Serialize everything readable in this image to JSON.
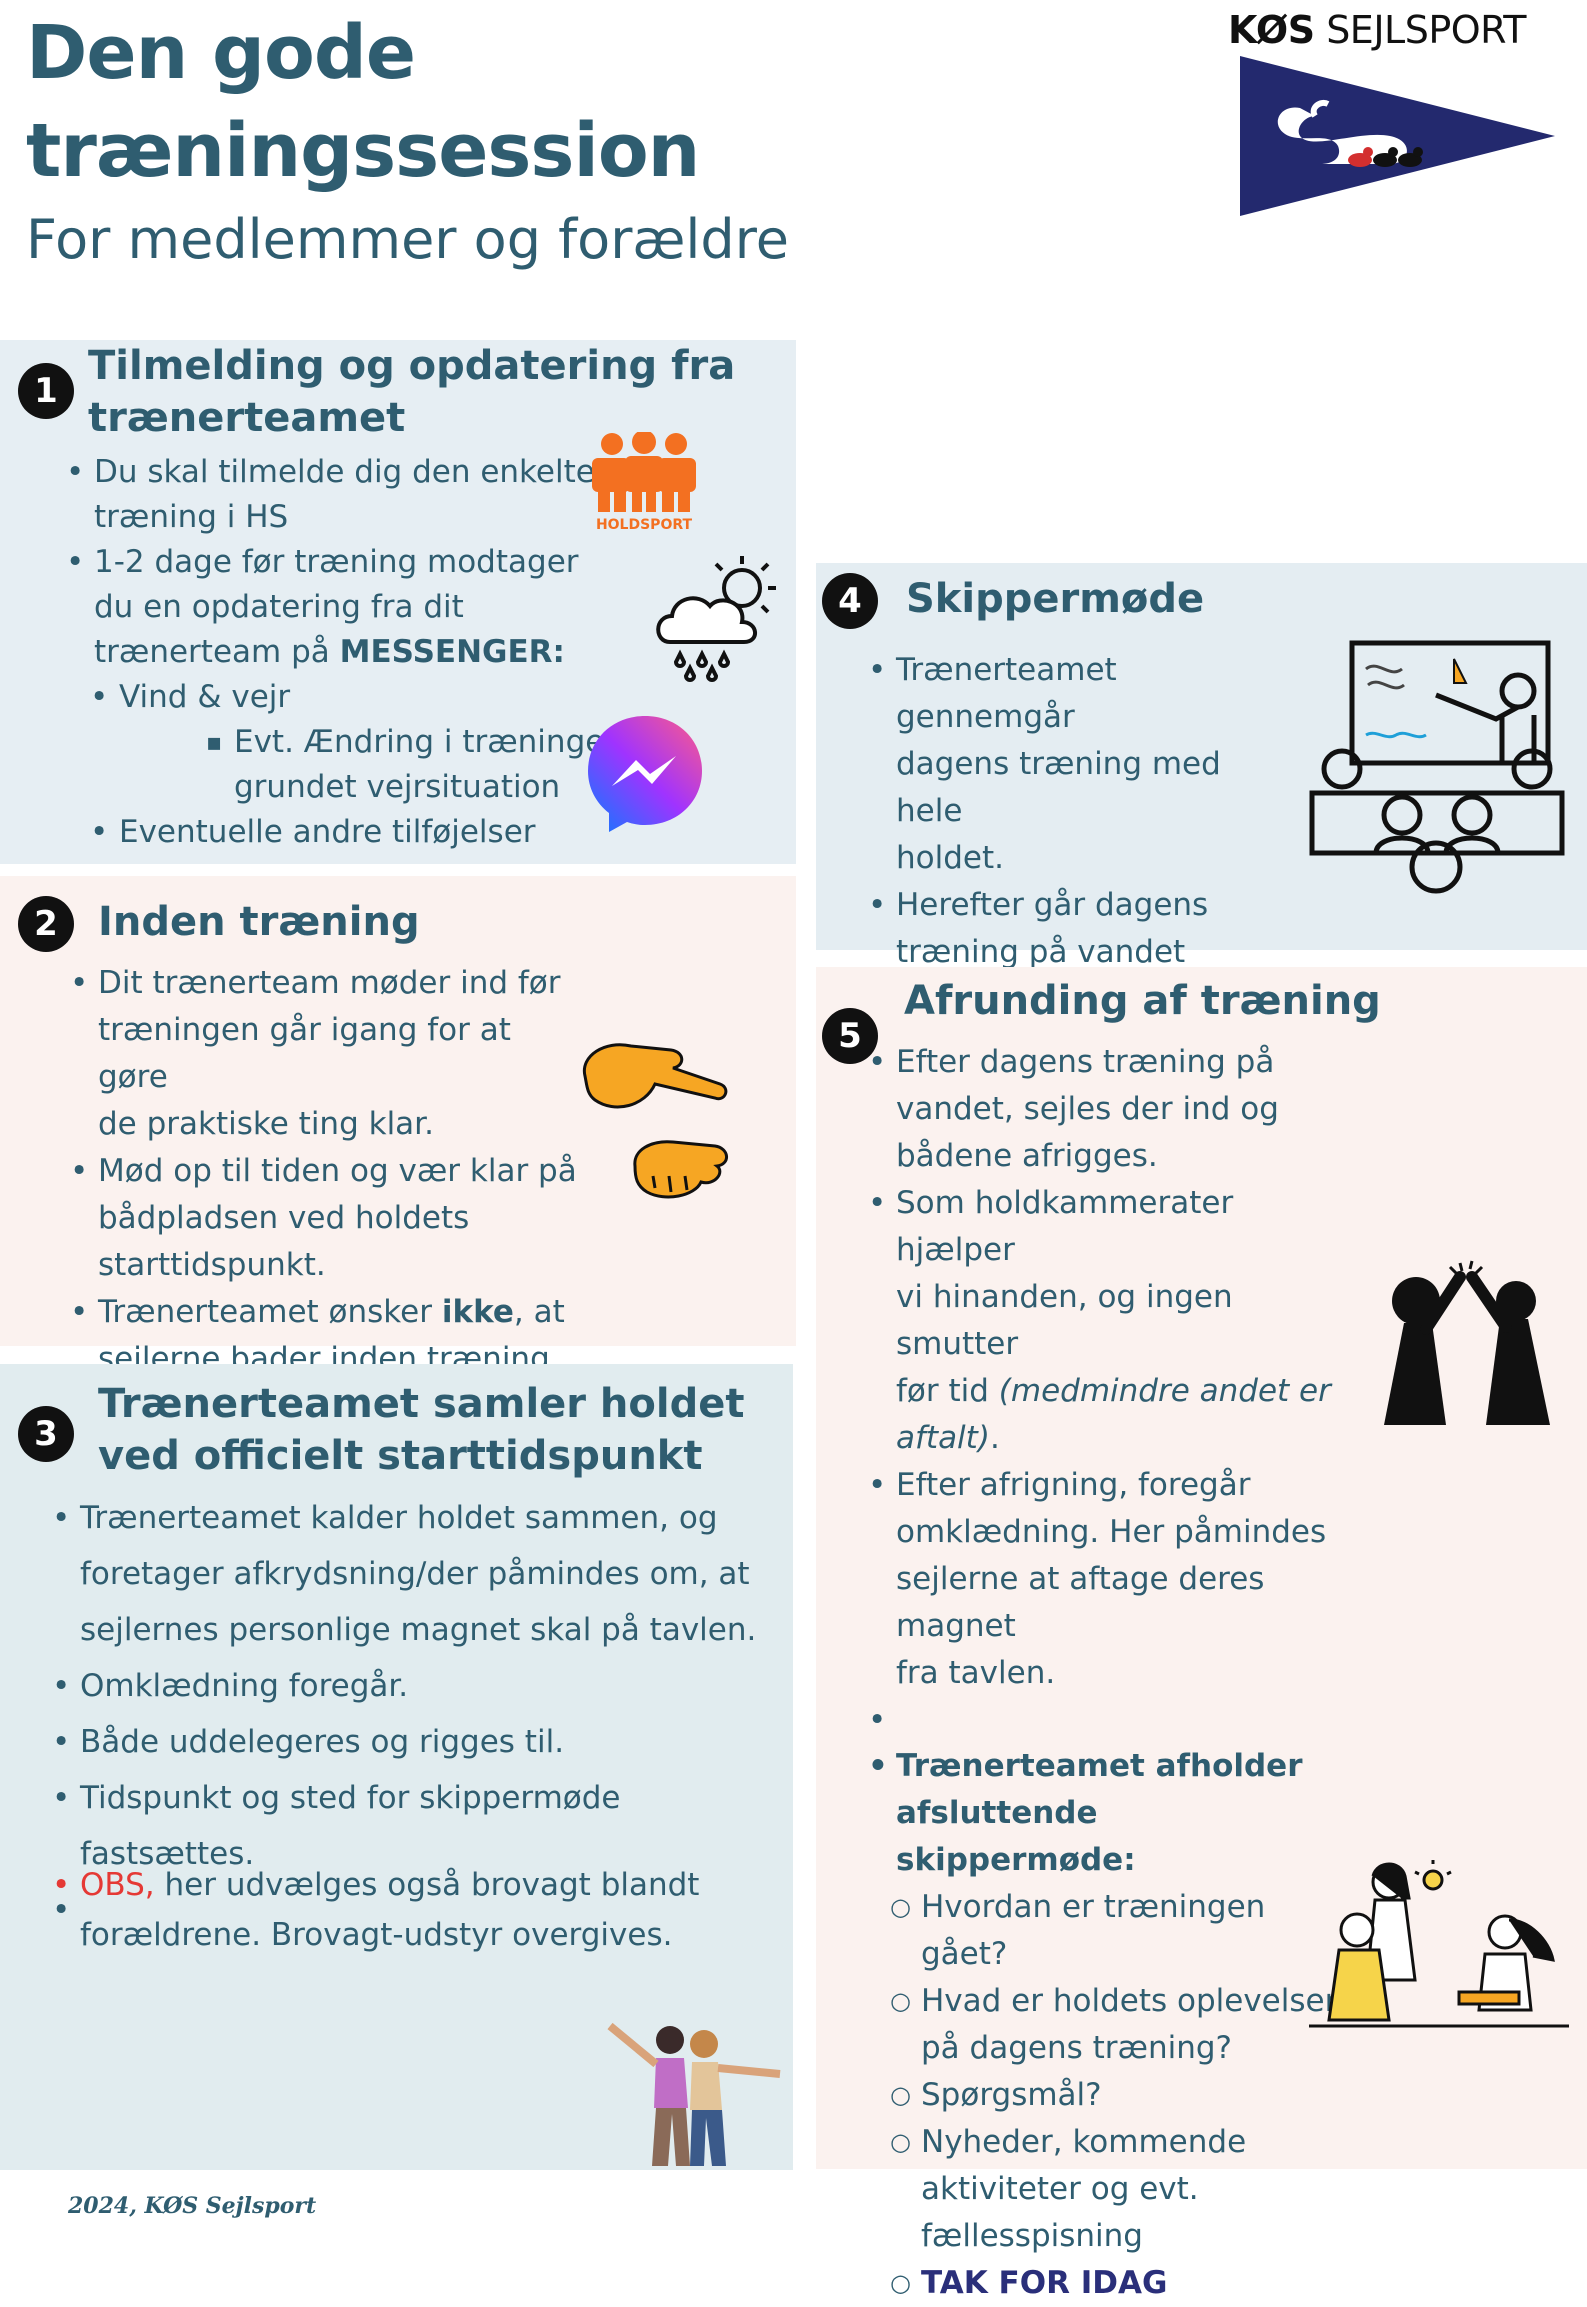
{
  "header": {
    "title_line1": "Den gode",
    "title_line2": "træningssession",
    "subtitle": "For medlemmer og forældre",
    "brand_bold": "KØS",
    "brand_rest": " SEJLSPORT"
  },
  "sections": {
    "s1": {
      "number": "1",
      "title_line1": "Tilmelding og opdatering fra",
      "title_line2": "trænerteamet",
      "b1_line1": "Du skal tilmelde dig den enkelte",
      "b1_line2": "træning i HS",
      "b2_line1": "1-2 dage før træning modtager",
      "b2_line2": "du en opdatering fra dit",
      "b2_line3_pre": "trænerteam på ",
      "b2_line3_bold": "MESSENGER:",
      "b3": "Vind & vejr",
      "b4_line1": "Evt. Ændring i træningen",
      "b4_line2": "grundet vejrsituation",
      "b5": "Eventuelle andre tilføjelser",
      "holdsport_label": "HOLDSPORT"
    },
    "s2": {
      "number": "2",
      "title": "Inden træning",
      "b1_line1": "Dit trænerteam møder ind før",
      "b1_line2": "træningen går igang for at gøre",
      "b1_line3": "de praktiske ting klar.",
      "b2_line1": "Mød op til tiden og vær klar på",
      "b2_line2": "bådpladsen ved holdets",
      "b2_line3": "starttidspunkt.",
      "b3_pre": "Trænerteamet ønsker ",
      "b3_bold": "ikke",
      "b3_post": ", at",
      "b3_line2": "sejlerne bader inden træning."
    },
    "s3": {
      "number": "3",
      "title_line1": "Trænerteamet samler holdet",
      "title_line2": "ved officielt starttidspunkt",
      "b1_line1": "Trænerteamet kalder holdet sammen, og",
      "b1_line2": "foretager afkrydsning/der påmindes om, at",
      "b1_line3": "sejlernes personlige magnet skal på tavlen.",
      "b2": "Omklædning foregår.",
      "b3": "Både uddelegeres og rigges til.",
      "b4": "Tidspunkt og sted for skippermøde fastsættes.",
      "obs_red": "OBS,",
      "obs_line1": " her udvælges også brovagt blandt",
      "obs_line2": "forældrene. Brovagt-udstyr overgives."
    },
    "s4": {
      "number": "4",
      "title": "Skippermøde",
      "b1_line1": "Trænerteamet gennemgår",
      "b1_line2": "dagens træning med hele",
      "b1_line3": "holdet.",
      "b2_line1": "Herefter går dagens",
      "b2_line2": "træning på vandet igang."
    },
    "s5": {
      "number": "5",
      "title": "Afrunding af træning",
      "b1_line1": "Efter dagens træning på",
      "b1_line2": "vandet, sejles der ind og",
      "b1_line3": "bådene afrigges.",
      "b2_line1": "Som holdkammerater hjælper",
      "b2_line2": "vi hinanden, og ingen smutter",
      "b2_line3_pre": "før tid ",
      "b2_line3_italic": "(medmindre andet er",
      "b2_line4_italic": "aftalt)",
      "b2_line4_post": ".",
      "b3_line1": "Efter afrigning, foregår",
      "b3_line2": "omklædning. Her påmindes",
      "b3_line3": "sejlerne at aftage deres magnet",
      "b3_line4": "fra tavlen.",
      "b4_line1": "Trænerteamet afholder",
      "b4_line2": "afsluttende skippermøde:",
      "c1_line1": "Hvordan er træningen",
      "c1_line2": "gået?",
      "c2_line1": "Hvad er holdets oplevelser",
      "c2_line2": "på dagens træning?",
      "c3": "Spørgsmål?",
      "c4_line1": "Nyheder, kommende",
      "c4_line2": "aktiviteter og evt.",
      "c4_line3": "fællesspisning",
      "c5": "TAK FOR IDAG"
    }
  },
  "footer": {
    "text": "2024, KØS Sejlsport"
  },
  "icons": [
    "pennant-logo",
    "holdsport-logo",
    "weather-icon",
    "messenger-icon",
    "pointing-hands-icon",
    "meeting-board-icon",
    "high-five-icon",
    "team-discussion-icon",
    "friends-illustration"
  ],
  "colors": {
    "heading": "#2f5d70",
    "obs": "#e53935",
    "tak": "#2a2f7a",
    "panel_blue": "#e6eef3",
    "panel_pink": "#fbf2ef"
  }
}
